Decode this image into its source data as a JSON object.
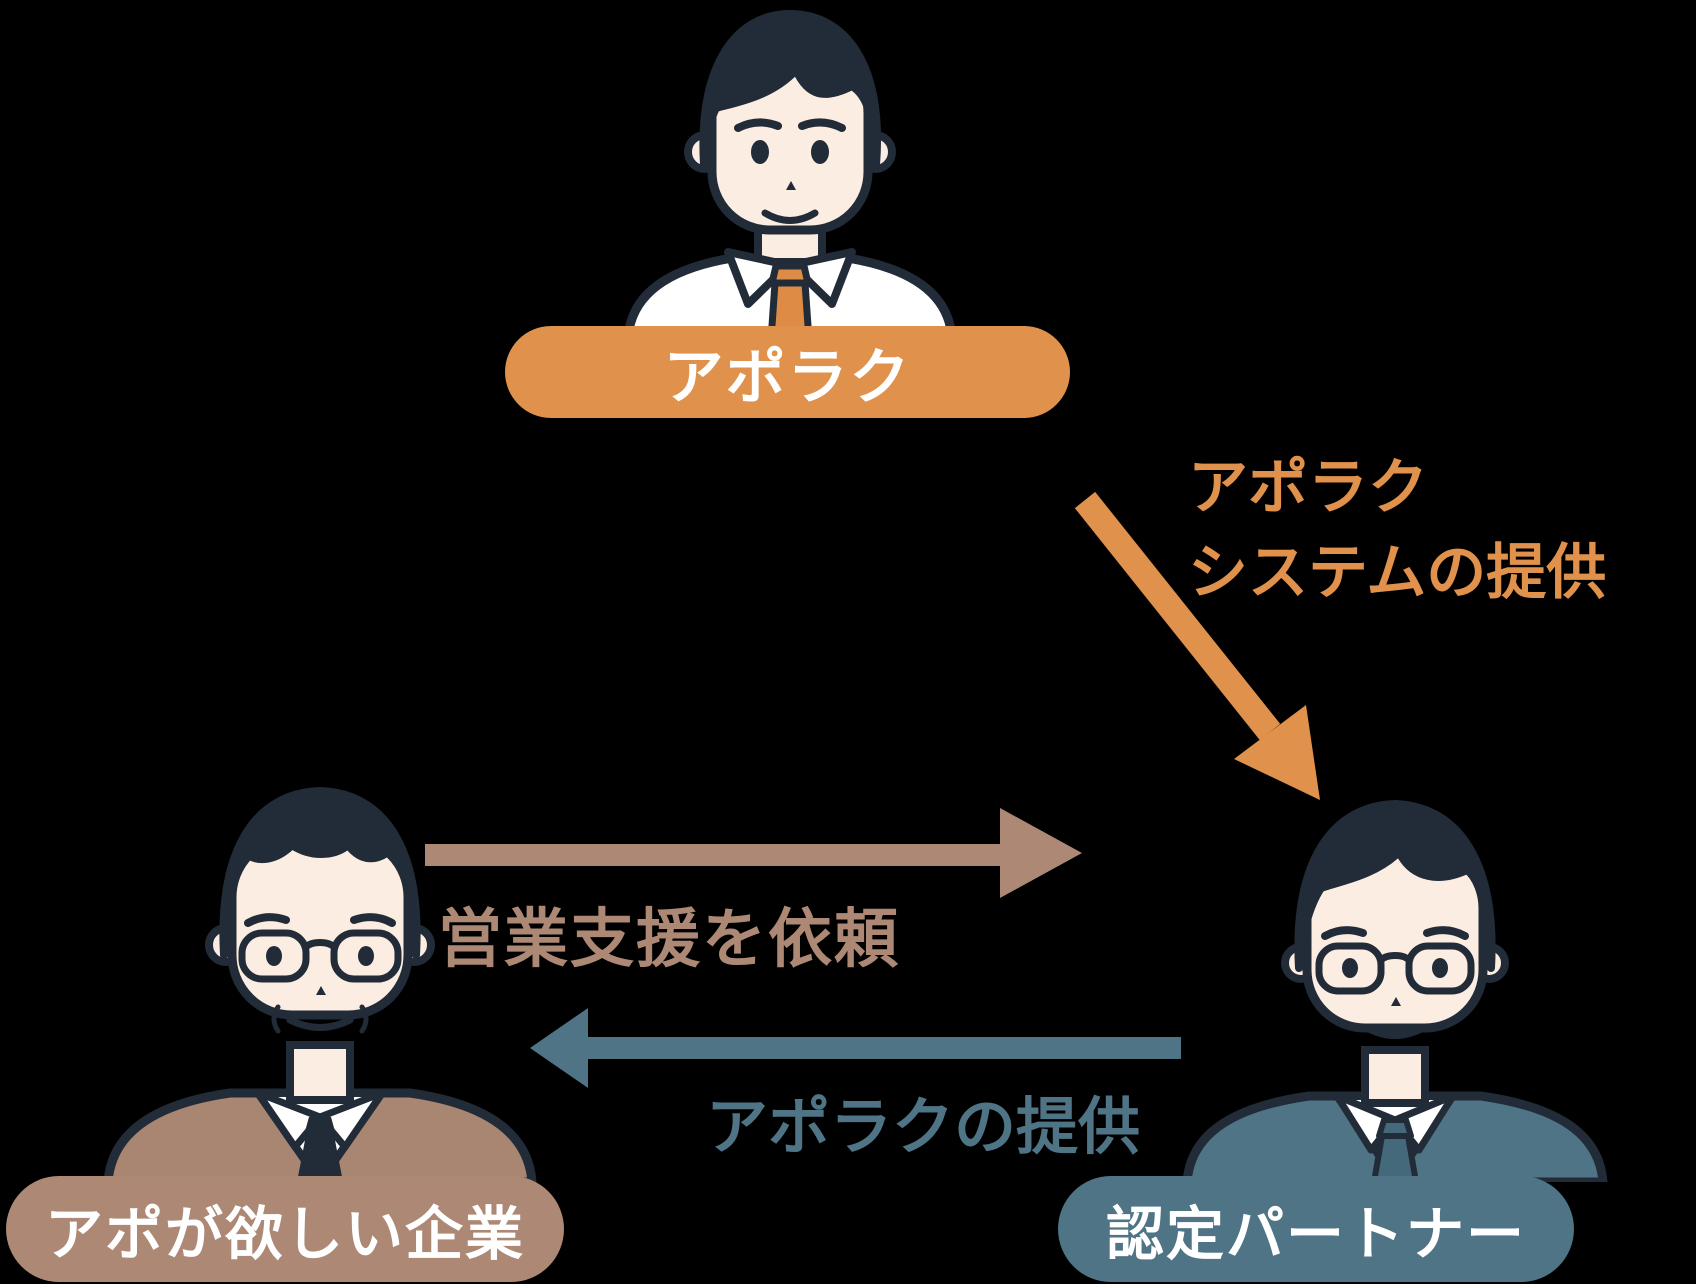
{
  "background_color": "#000000",
  "colors": {
    "orange": "#E0914B",
    "brown": "#AC8875",
    "teal": "#4E7485",
    "outline": "#222B38",
    "skin": "#FCEDE2",
    "white": "#FFFFFF"
  },
  "nodes": {
    "apolaku": {
      "label": "アポラク",
      "illustration": "young-businessman-orange-tie-icon",
      "pill_color": "#E0914B"
    },
    "client": {
      "label": "アポが欲しい企業",
      "illustration": "senior-businessman-glasses-brown-suit-icon",
      "pill_color": "#AC8875"
    },
    "partner": {
      "label": "認定パートナー",
      "illustration": "businessman-glasses-teal-suit-icon",
      "pill_color": "#4E7485"
    }
  },
  "edges": {
    "system_provision": {
      "from": "apolaku",
      "to": "partner",
      "label_line1": "アポラク",
      "label_line2": "システムの提供",
      "color": "#E0914B",
      "direction": "diagonal-down-right"
    },
    "request_support": {
      "from": "client",
      "to": "partner",
      "label": "営業支援を依頼",
      "color": "#AC8875",
      "direction": "right"
    },
    "provide_apolaku": {
      "from": "partner",
      "to": "client",
      "label": "アポラクの提供",
      "color": "#4E7485",
      "direction": "left"
    }
  }
}
